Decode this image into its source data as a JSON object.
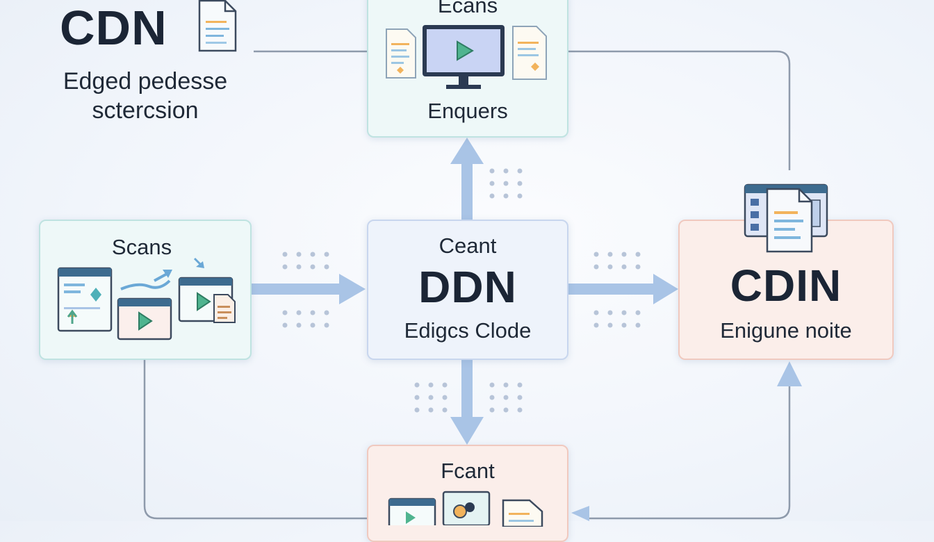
{
  "header": {
    "title": "CDN",
    "subtitle_line1": "Edged pedesse",
    "subtitle_line2": "sctercsion",
    "icon": "document-icon"
  },
  "nodes": {
    "top": {
      "title": "Ecans",
      "caption": "Enquers",
      "icons": [
        "document-icon",
        "monitor-play-icon",
        "document-icon"
      ]
    },
    "left": {
      "title": "Scans",
      "icons": [
        "browser-window-icon",
        "trend-arrow-icon",
        "video-window-icon",
        "video-window-icon",
        "document-icon"
      ]
    },
    "center": {
      "title": "Ceant",
      "main": "DDN",
      "caption": "Edigcs Clode"
    },
    "right": {
      "main": "CDIN",
      "caption": "Enigune noite",
      "icons": [
        "server-stack-icon",
        "document-icon"
      ]
    },
    "bottom": {
      "title": "Fcant",
      "icons": [
        "video-window-icon",
        "image-icon",
        "document-icon"
      ]
    }
  },
  "colors": {
    "teal_fill": "#eef8f8",
    "blue_fill": "#eef3fb",
    "pink_fill": "#fbeeea",
    "arrow": "#a9c4e6",
    "connector": "#8a97a8",
    "text": "#1b2535"
  }
}
